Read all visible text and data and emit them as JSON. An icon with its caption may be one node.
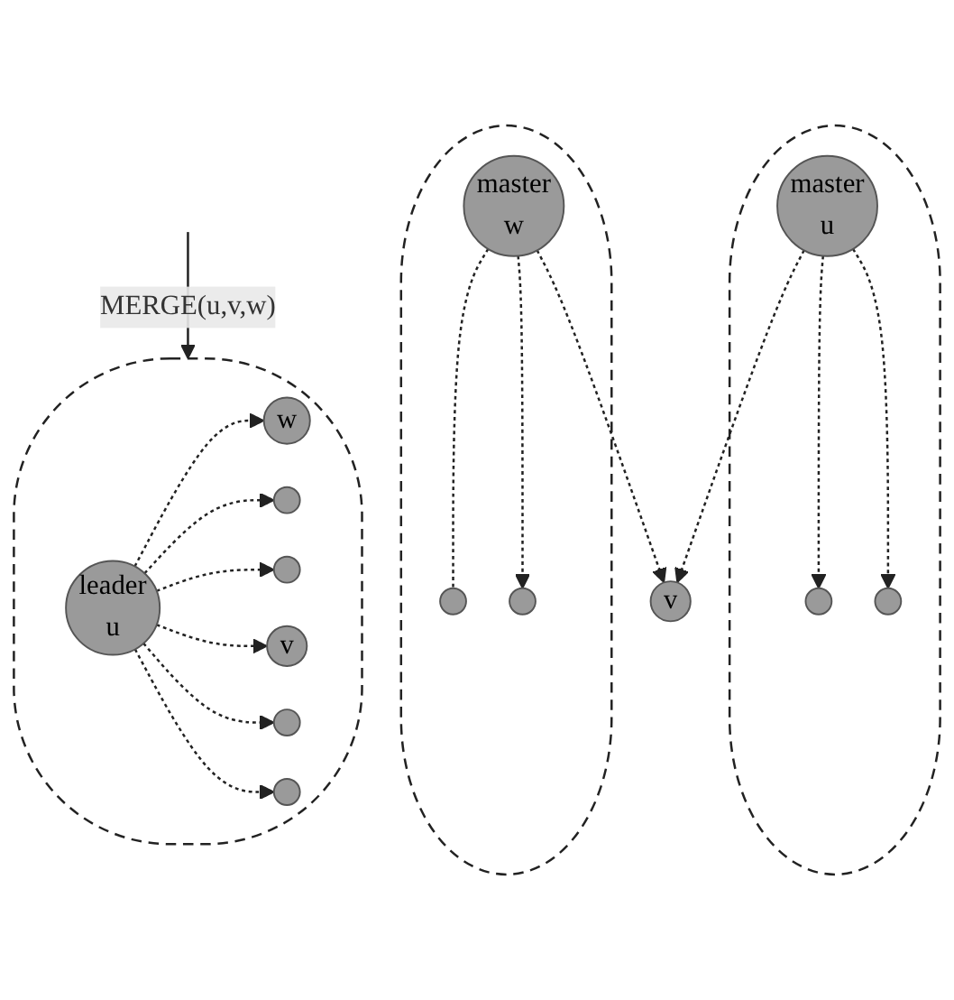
{
  "diagram": {
    "nodes": [
      {
        "text": [],
        "shape": "ellipse"
      },
      {
        "text": [],
        "shape": "ellipse"
      },
      {
        "text": [
          "master",
          "u"
        ],
        "in": 0
      },
      {
        "text": [
          "master",
          "w"
        ],
        "in": 1
      },
      {
        "text": [],
        "shape": "circle",
        "in": 0
      },
      {
        "text": [],
        "shape": "circle",
        "in": 0
      },
      {
        "text": [
          "v"
        ]
      },
      {
        "text": [],
        "shape": "circle",
        "in": 1
      },
      {
        "text": [],
        "shape": "circle",
        "in": 1
      },
      {
        "text": [],
        "shape": "ellipse"
      },
      {
        "text": [
          "leader",
          "u"
        ],
        "in": 9
      },
      {
        "text": [],
        "shape": "circle",
        "in": 9
      },
      {
        "text": [],
        "shape": "circle",
        "in": 9
      },
      {
        "text": [
          "v"
        ],
        "in": 9
      },
      {
        "text": [
          "w"
        ],
        "in": 9
      },
      {
        "text": [],
        "shape": "circle",
        "in": 9
      },
      {
        "text": [],
        "shape": "circle",
        "in": 9
      }
    ],
    "edges": [
      {
        "from": 2,
        "to": 4,
        "arrow": "to",
        "style": "dashed"
      },
      {
        "from": 2,
        "to": 5,
        "arrow": "to",
        "style": "dashed"
      },
      {
        "from": 2,
        "to": 6,
        "arrow": "to",
        "style": "dashed"
      },
      {
        "from": 3,
        "to": 6,
        "arrow": "to",
        "style": "dashed"
      },
      {
        "from": 3,
        "to": 8,
        "arrow": "to",
        "style": "dashed"
      },
      {
        "from": 3,
        "to": 7,
        "arrow": "none",
        "style": "dashed"
      },
      {
        "from": null,
        "to": 9,
        "arrow": "to",
        "label": "MERGE(u,v,w)"
      },
      {
        "from": 10,
        "to": 14,
        "arrow": "to",
        "style": "dashed"
      },
      {
        "from": 10,
        "to": 11,
        "arrow": "to",
        "style": "dashed"
      },
      {
        "from": 10,
        "to": 12,
        "arrow": "to",
        "style": "dashed"
      },
      {
        "from": 10,
        "to": 13,
        "arrow": "to",
        "style": "dashed"
      },
      {
        "from": 10,
        "to": 15,
        "arrow": "to",
        "style": "dashed"
      },
      {
        "from": 10,
        "to": 16,
        "arrow": "to",
        "style": "dashed"
      }
    ]
  }
}
